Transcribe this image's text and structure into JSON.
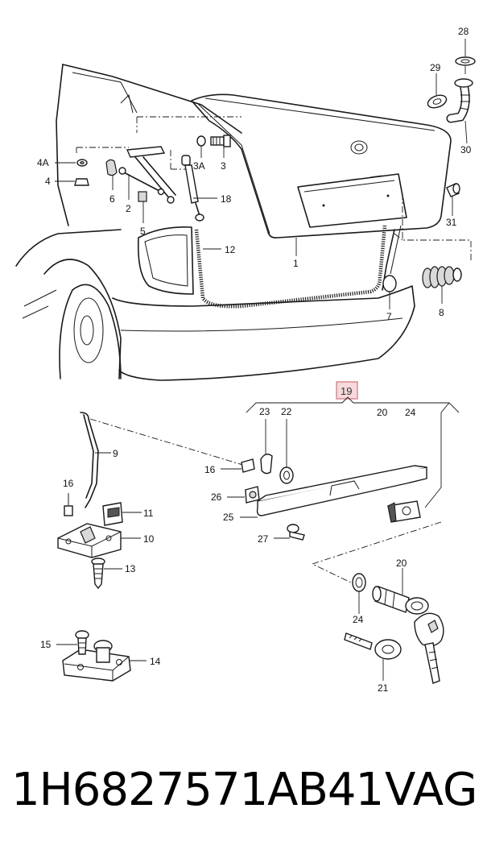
{
  "callouts": {
    "c1": "1",
    "c2": "2",
    "c3": "3",
    "c3a": "3A",
    "c4": "4",
    "c4a": "4A",
    "c5": "5",
    "c6": "6",
    "c7": "7",
    "c8": "8",
    "c9": "9",
    "c10": "10",
    "c11": "11",
    "c12": "12",
    "c13": "13",
    "c14": "14",
    "c15": "15",
    "c16a": "16",
    "c16b": "16",
    "c18": "18",
    "c19": "19",
    "c20a": "20",
    "c20b": "20",
    "c21": "21",
    "c22": "22",
    "c23": "23",
    "c24a": "24",
    "c24b": "24",
    "c25": "25",
    "c26": "26",
    "c27": "27",
    "c28": "28",
    "c29": "29",
    "c30": "30",
    "c31": "31"
  },
  "highlight": {
    "color": "#f6d9dc",
    "border": "#d47b86"
  },
  "footer": {
    "part_number": "1H6827571AB41",
    "brand": "VAG"
  }
}
